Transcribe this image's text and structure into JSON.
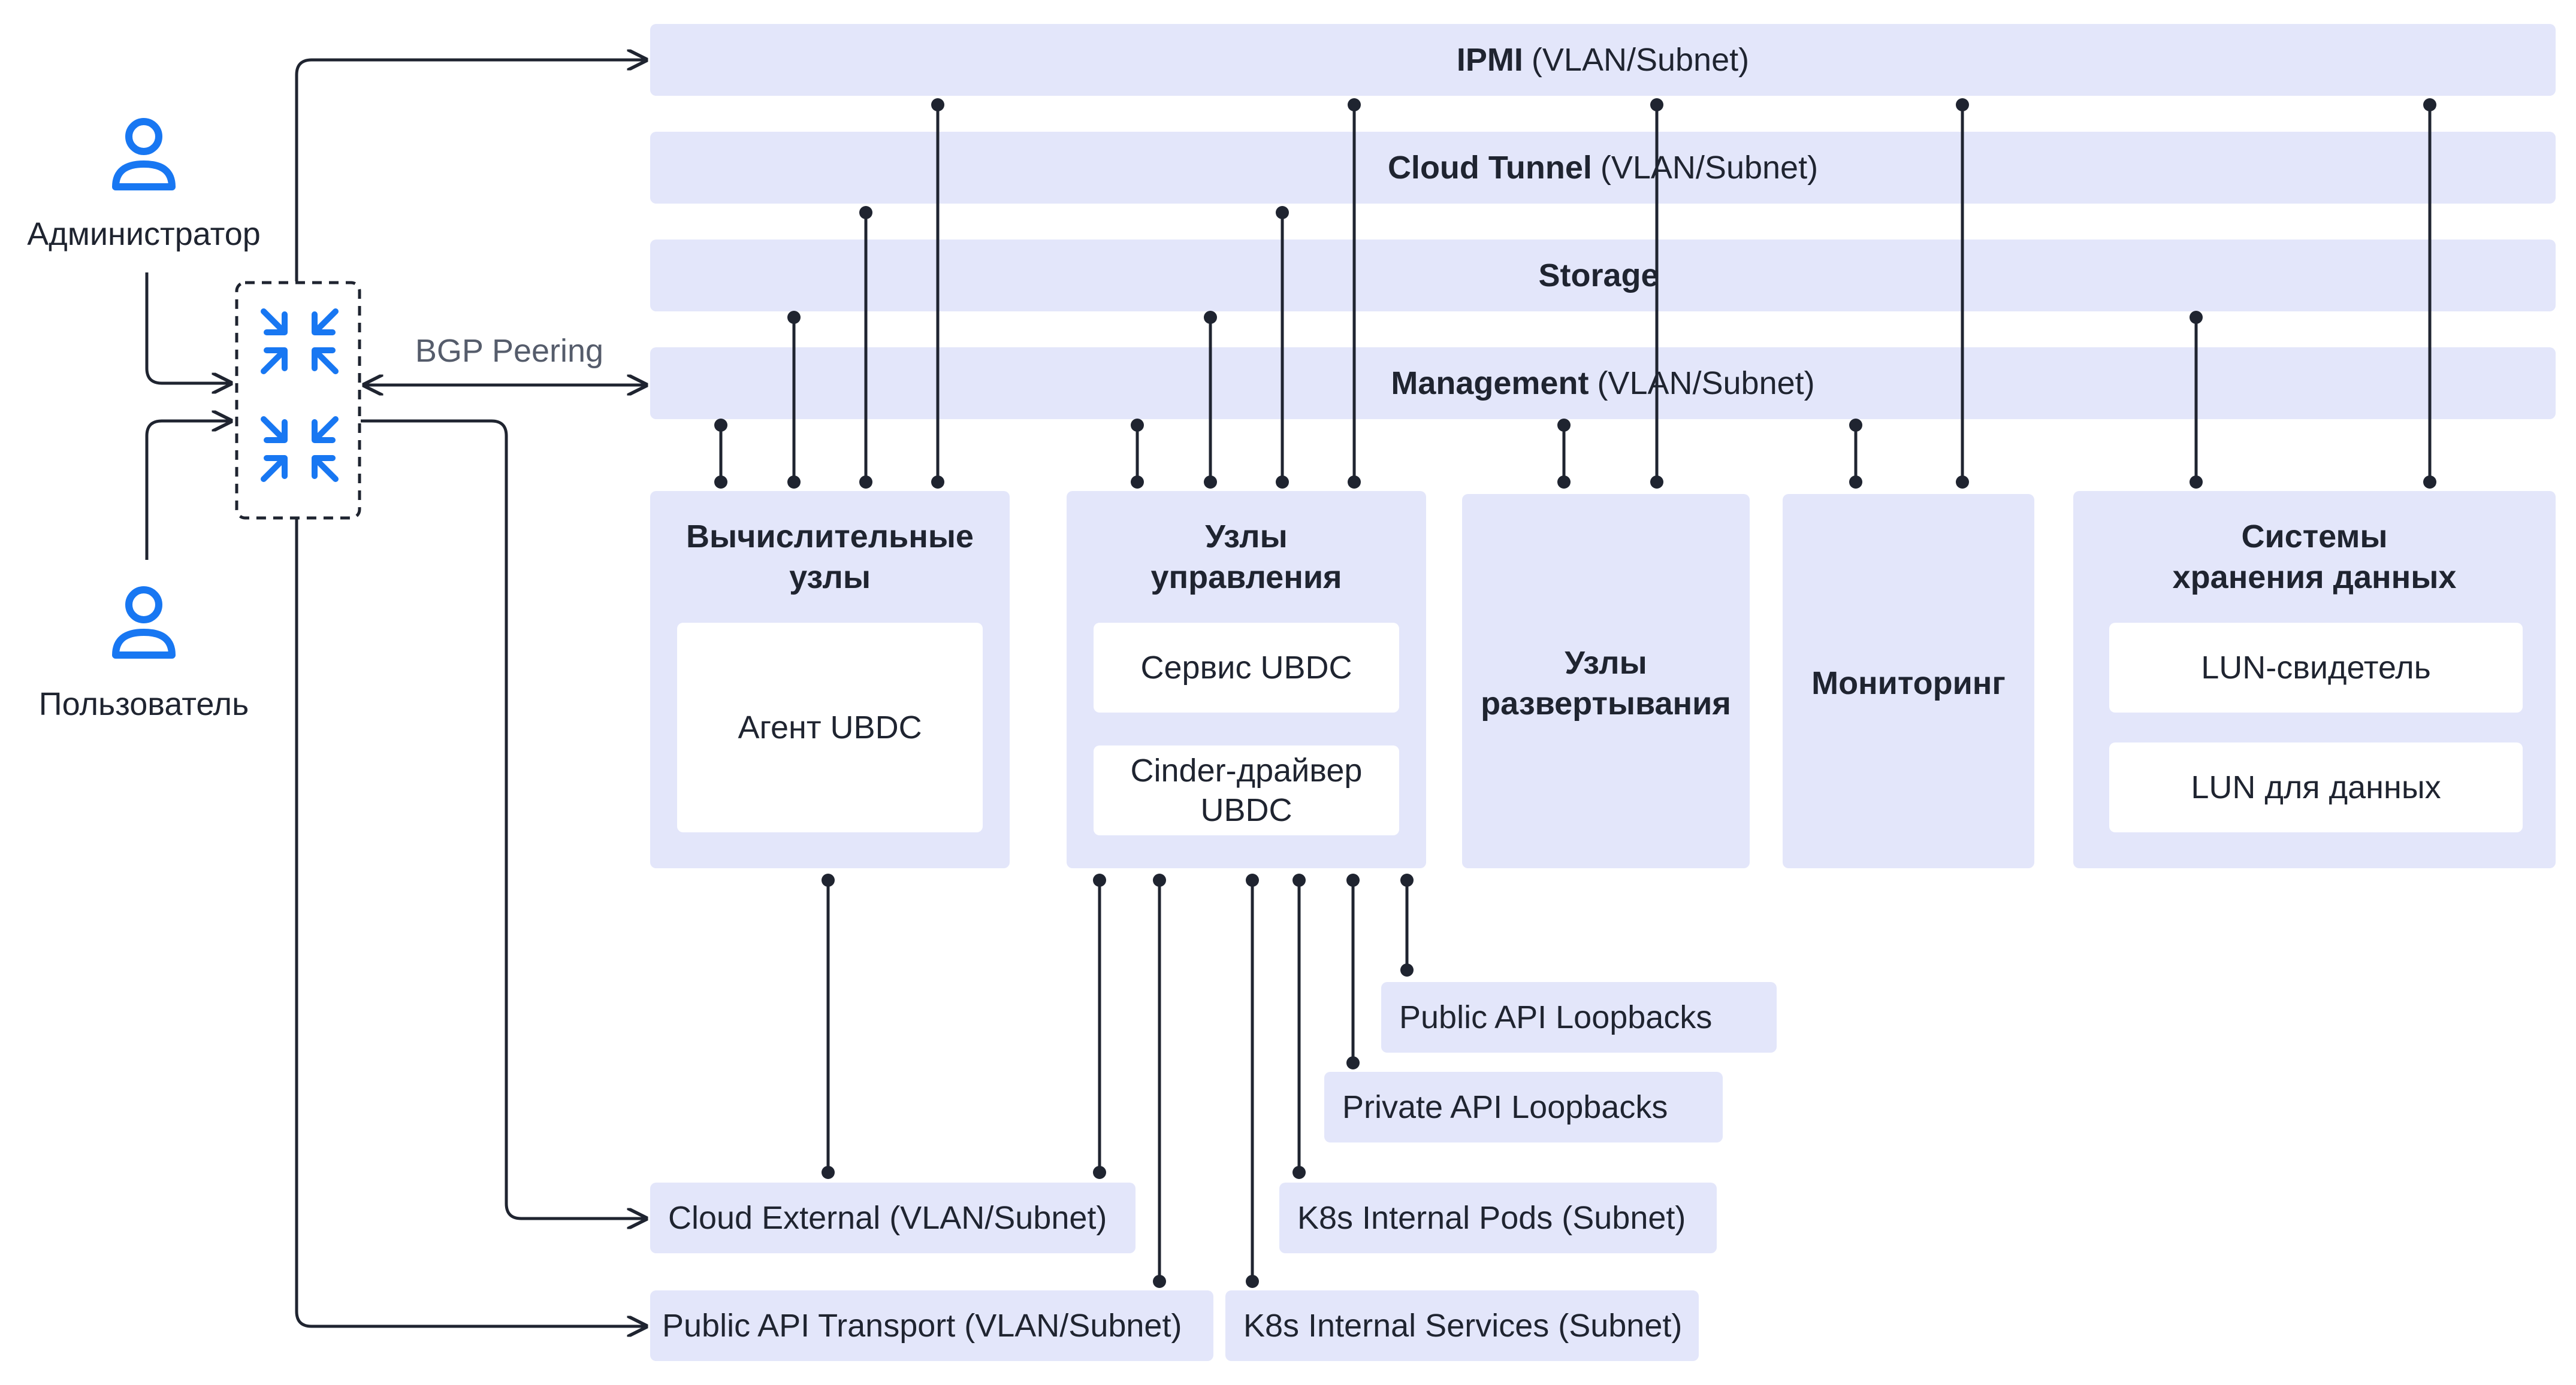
{
  "bars": {
    "ipmi": {
      "name": "IPMI",
      "suffix": "(VLAN/Subnet)"
    },
    "cloud_tunnel": {
      "name": "Cloud Tunnel",
      "suffix": "(VLAN/Subnet)"
    },
    "storage": {
      "name": "Storage",
      "suffix": ""
    },
    "management": {
      "name": "Management",
      "suffix": "(VLAN/Subnet)"
    }
  },
  "actors": {
    "admin": "Администратор",
    "user": "Пользователь",
    "bgp": "BGP Peering"
  },
  "groups": {
    "compute": {
      "title": "Вычислительные\nузлы",
      "agent": "Агент UBDC"
    },
    "control": {
      "title": "Узлы\nуправления",
      "service": "Сервис UBDC",
      "driver": "Cinder-драйвер\nUBDC"
    },
    "deploy": {
      "title": "Узлы\nразвертывания"
    },
    "monitoring": {
      "title": "Мониторинг"
    },
    "storage_sys": {
      "title": "Системы\nхранения данных",
      "lun_witness": "LUN-свидетель",
      "lun_data": "LUN для данных"
    }
  },
  "external": {
    "public_api_loopbacks": "Public API Loopbacks",
    "private_api_loopbacks": "Private API Loopbacks",
    "k8s_pods": "K8s Internal Pods (Subnet)",
    "k8s_services": "K8s Internal Services (Subnet)",
    "cloud_external": "Cloud External (VLAN/Subnet)",
    "public_api_transport": "Public API Transport (VLAN/Subnet)"
  },
  "colors": {
    "panel": "#e3e6fa",
    "icon": "#1877f2",
    "line": "#1f2430"
  }
}
